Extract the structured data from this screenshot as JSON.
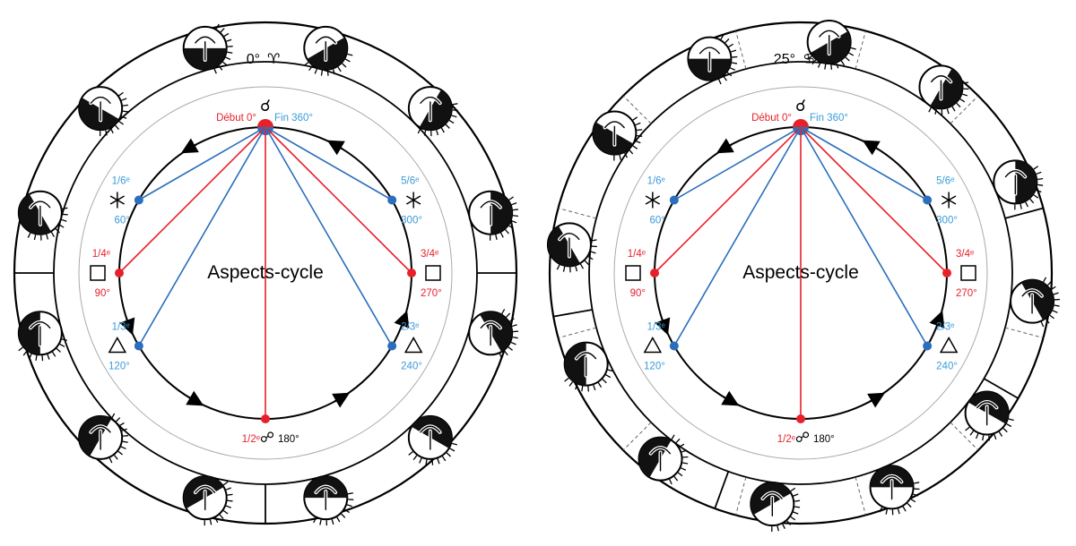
{
  "colors": {
    "red": "#e8202a",
    "blue": "#2a6ebd",
    "black": "#000000",
    "label_blue": "#3a9ad9",
    "label_red": "#e8202a"
  },
  "wheels": [
    {
      "id": "left",
      "title": "Aspects-cycle",
      "top_label": "0°",
      "top_sign_glyph": "♈",
      "start_label": "Début 0°",
      "end_label": "Fin 360°",
      "conjunction_glyph": "☌",
      "opposition_glyph": "☍",
      "opposition_label": "180°",
      "opposition_fraction": "1/2ᵉ",
      "sign_icons": [
        "pisces-icon",
        "aquarius-icon",
        "capricorn-icon",
        "sagittarius-icon",
        "scorpio-icon",
        "libra-icon",
        "virgo-icon",
        "leo-icon",
        "cancer-icon",
        "gemini-icon",
        "taurus-icon",
        "aries-icon"
      ],
      "aspects": [
        {
          "fraction": "1/6ᵉ",
          "degree": "60°",
          "glyph": "sextile-icon",
          "color": "blue"
        },
        {
          "fraction": "1/4ᵉ",
          "degree": "90°",
          "glyph": "square-icon",
          "color": "red"
        },
        {
          "fraction": "1/3ᵉ",
          "degree": "120°",
          "glyph": "trine-icon",
          "color": "blue"
        },
        {
          "fraction": "2/3ᵉ",
          "degree": "240°",
          "glyph": "trine-icon",
          "color": "blue"
        },
        {
          "fraction": "3/4ᵉ",
          "degree": "270°",
          "glyph": "square-icon",
          "color": "red"
        },
        {
          "fraction": "5/6ᵉ",
          "degree": "300°",
          "glyph": "sextile-icon",
          "color": "blue"
        }
      ]
    },
    {
      "id": "right",
      "title": "Aspects-cycle",
      "top_label": "25°",
      "top_sign_glyph": "♋",
      "start_label": "Début 0°",
      "end_label": "Fin 360°",
      "conjunction_glyph": "☌",
      "opposition_glyph": "☍",
      "opposition_label": "180°",
      "opposition_fraction": "1/2ᵉ",
      "sign_icons": [
        "cancer-icon",
        "gemini-icon",
        "taurus-icon",
        "aries-icon",
        "pisces-icon",
        "aquarius-icon",
        "capricorn-icon",
        "sagittarius-icon",
        "scorpio-icon",
        "libra-icon",
        "virgo-icon",
        "leo-icon"
      ],
      "aspects": [
        {
          "fraction": "1/6ᵉ",
          "degree": "60°",
          "glyph": "sextile-icon",
          "color": "blue"
        },
        {
          "fraction": "1/4ᵉ",
          "degree": "90°",
          "glyph": "square-icon",
          "color": "red"
        },
        {
          "fraction": "1/3ᵉ",
          "degree": "120°",
          "glyph": "trine-icon",
          "color": "blue"
        },
        {
          "fraction": "2/3ᵉ",
          "degree": "240°",
          "glyph": "trine-icon",
          "color": "blue"
        },
        {
          "fraction": "3/4ᵉ",
          "degree": "270°",
          "glyph": "square-icon",
          "color": "red"
        },
        {
          "fraction": "5/6ᵉ",
          "degree": "300°",
          "glyph": "sextile-icon",
          "color": "blue"
        }
      ]
    }
  ]
}
